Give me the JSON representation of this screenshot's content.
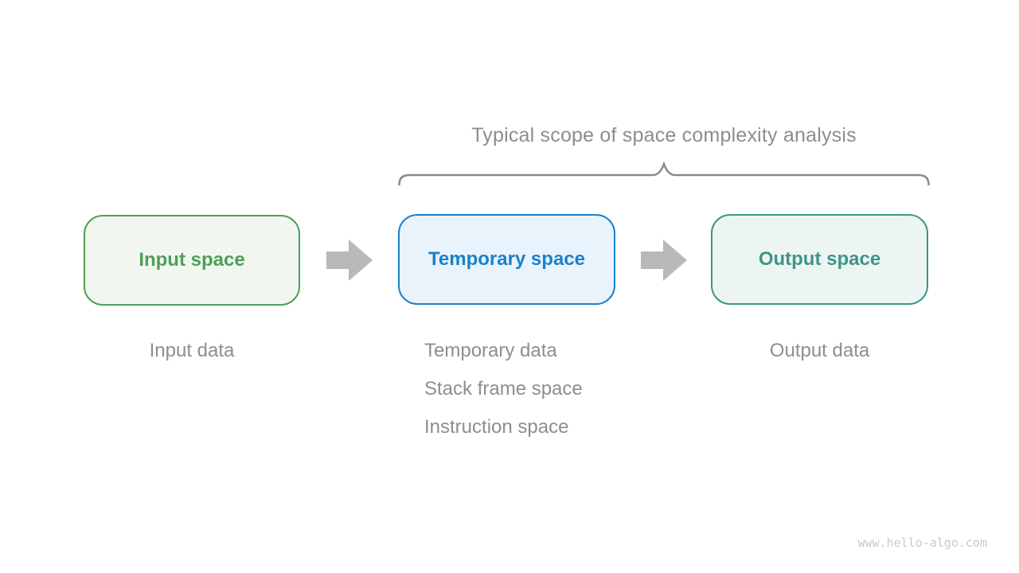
{
  "title": "Typical scope of space complexity analysis",
  "diagram": {
    "boxes": [
      {
        "id": "input-space",
        "label": "Input space"
      },
      {
        "id": "temporary-space",
        "label": "Temporary space"
      },
      {
        "id": "output-space",
        "label": "Output space"
      }
    ],
    "annotations": {
      "input": [
        "Input data"
      ],
      "temporary": [
        "Temporary data",
        "Stack frame space",
        "Instruction space"
      ],
      "output": [
        "Output data"
      ]
    },
    "arrow_icon": "right-block-arrow"
  },
  "watermark": "www.hello-algo.com",
  "colors": {
    "green": "#4f9e58",
    "green-fill": "#f1f7f0",
    "blue": "#1c80ca",
    "blue-fill": "#e9f3fc",
    "teal": "#3e9488",
    "teal-fill": "#edf5f2",
    "gray-text": "#8e8e8e",
    "title-gray": "#8d8d8d",
    "arrow-gray": "#b9b9b9",
    "brace-gray": "#8a8a8a",
    "watermark-gray": "#c9c9c9"
  }
}
